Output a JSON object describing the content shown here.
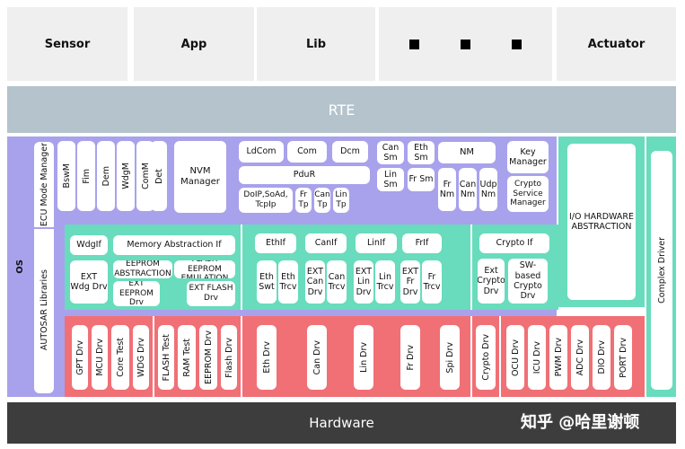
{
  "top": {
    "sensor": "Sensor",
    "app": "App",
    "lib": "Lib",
    "actuator": "Actuator"
  },
  "rte": "RTE",
  "hardware": "Hardware",
  "os": "OS",
  "autosar_libraries": "AUTOSAR Libraries",
  "complex_driver": "Complex Driver",
  "io_hw": "I/O HARDWARE ABSTRACTION",
  "services": {
    "ecu_mode_manager": "ECU Mode Manager",
    "bswm": "BswM",
    "fim": "Fim",
    "dem": "Dem",
    "wdgm": "WdgM",
    "comm": "ComM",
    "det": "Det",
    "nvm_manager": "NVM Manager",
    "ldcom": "LdCom",
    "com": "Com",
    "dcm": "Dcm",
    "can_sm": "Can Sm",
    "eth_sm": "Eth Sm",
    "nm": "NM",
    "pdur": "PduR",
    "lin_sm": "Lin Sm",
    "fr_sm": "Fr Sm",
    "fr_nm": "Fr Nm",
    "can_nm": "Can Nm",
    "udp_nm": "Udp Nm",
    "doip": "DoIP,SoAd, TcpIp",
    "fr_tp": "Fr Tp",
    "can_tp": "Can Tp",
    "lin_tp": "Lin Tp",
    "key_manager": "Key Manager",
    "crypto_service_manager": "Crypto Service Manager"
  },
  "ecu_abs": {
    "wdgif": "WdgIf",
    "ext_wdg": "EXT Wdg Drv",
    "mem_abs_if": "Memory Abstraction If",
    "eeprom_abs": "EEPROM ABSTRACTION",
    "flash_eeprom": "FLASH EEPROM EMULATION",
    "ext_eeprom": "EXT EEPROM Drv",
    "ext_flash": "EXT FLASH Drv",
    "ethif": "EthIf",
    "canif": "CanIf",
    "linif": "LinIf",
    "frif": "FrIf",
    "eth_swt": "Eth Swt",
    "eth_trcv": "Eth Trcv",
    "ext_can": "EXT Can Drv",
    "can_trcv": "Can Trcv",
    "ext_lin": "EXT Lin Drv",
    "lin_trcv": "Lin Trcv",
    "ext_fr": "EXT Fr Drv",
    "fr_trcv": "Fr Trcv",
    "crypto_if": "Crypto If",
    "ext_crypto": "Ext Crypto Drv",
    "sw_crypto": "SW-based Crypto Drv"
  },
  "mcal": {
    "gpt": "GPT Drv",
    "mcu": "MCU Drv",
    "core_test": "Core Test",
    "wdg": "WDG Drv",
    "flash_test": "FLASH Test",
    "ram_test": "RAM Test",
    "eeprom_drv": "EEPROM Drv",
    "flash_drv": "Flash Drv",
    "eth_drv": "Eth Drv",
    "can_drv": "Can Drv",
    "lin_drv": "Lin Drv",
    "fr_drv": "Fr Drv",
    "spi_drv": "Spi Drv",
    "crypto_drv": "Crypto Drv",
    "ocu": "OCU Drv",
    "icu": "ICU Drv",
    "pwm": "PWM Drv",
    "adc": "ADC Drv",
    "dio": "DIO Drv",
    "port": "PORT Drv"
  },
  "watermark": "知乎 @哈里谢顿",
  "colors": {
    "services": "#a8a2ec",
    "ecu_abstraction": "#68dcbc",
    "mcal": "#f07076",
    "rte": "#b4c3cc",
    "hardware": "#3d3d3d"
  }
}
